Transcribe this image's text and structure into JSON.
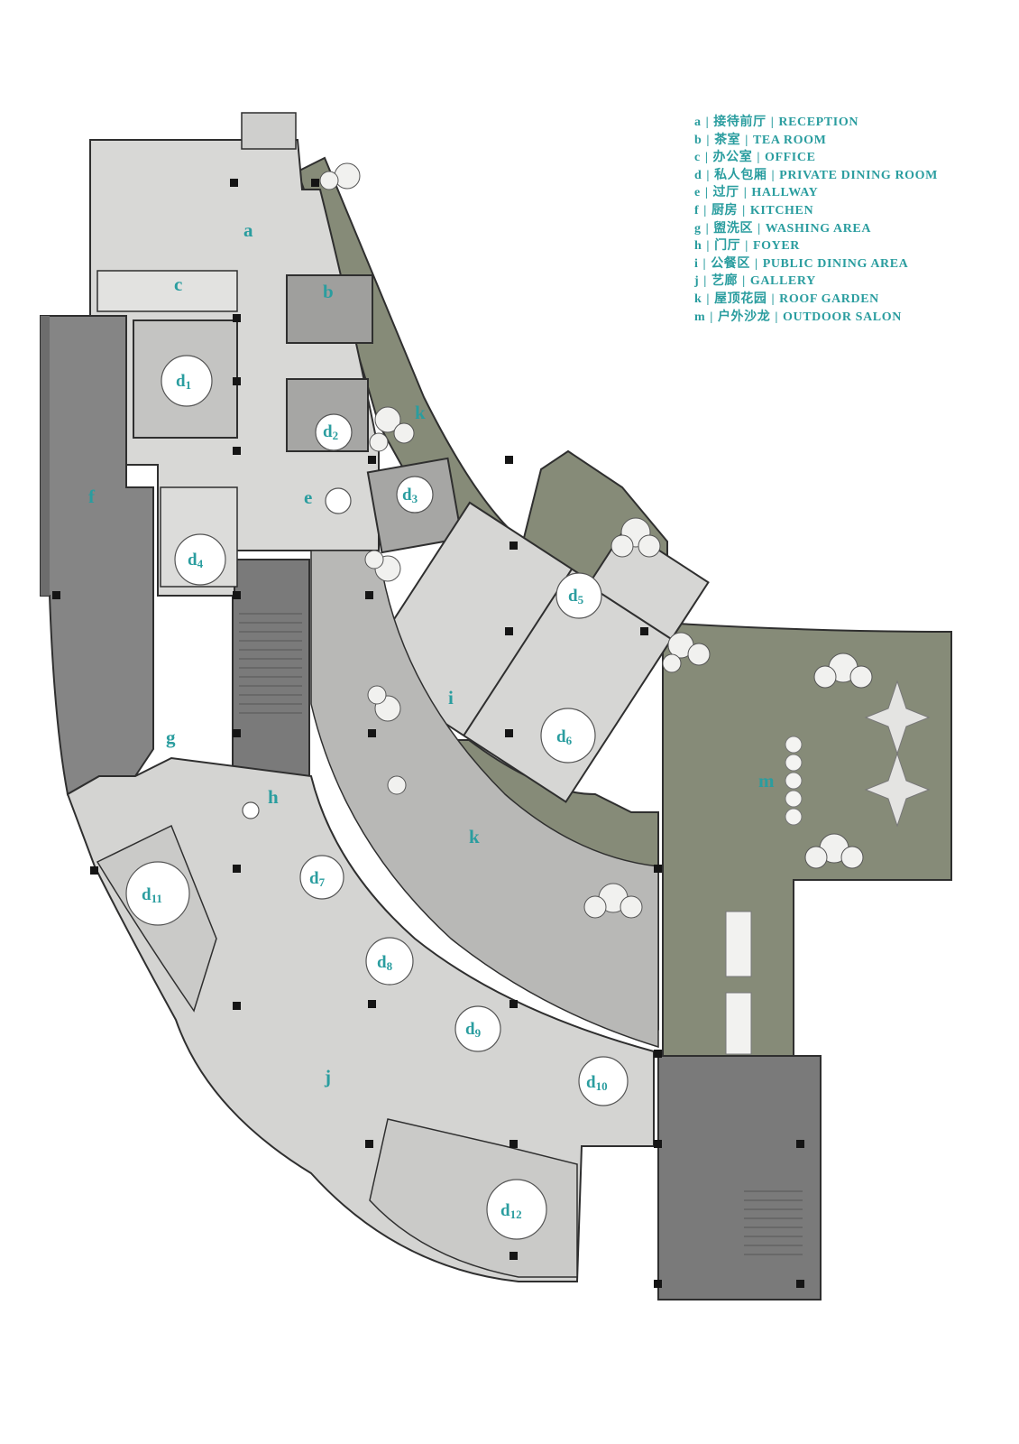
{
  "legend": [
    {
      "key": "a",
      "zh": "接待前厅",
      "en": "RECEPTION"
    },
    {
      "key": "b",
      "zh": "茶室",
      "en": "TEA ROOM"
    },
    {
      "key": "c",
      "zh": "办公室",
      "en": "OFFICE"
    },
    {
      "key": "d",
      "zh": "私人包厢",
      "en": "PRIVATE DINING ROOM"
    },
    {
      "key": "e",
      "zh": "过厅",
      "en": "HALLWAY"
    },
    {
      "key": "f",
      "zh": "厨房",
      "en": "KITCHEN"
    },
    {
      "key": "g",
      "zh": "盥洗区",
      "en": "WASHING AREA"
    },
    {
      "key": "h",
      "zh": "门厅",
      "en": "FOYER"
    },
    {
      "key": "i",
      "zh": "公餐区",
      "en": "PUBLIC DINING AREA"
    },
    {
      "key": "j",
      "zh": "艺廊",
      "en": "GALLERY"
    },
    {
      "key": "k",
      "zh": "屋顶花园",
      "en": "ROOF GARDEN"
    },
    {
      "key": "m",
      "zh": "户外沙龙",
      "en": "OUTDOOR SALON"
    }
  ],
  "rooms": {
    "a": "a",
    "b": "b",
    "c": "c",
    "e": "e",
    "f": "f",
    "g": "g",
    "h": "h",
    "i": "i",
    "j": "j",
    "k1": "k",
    "k2": "k",
    "m": "m"
  },
  "dining_rooms": [
    {
      "letter": "d",
      "num": "1"
    },
    {
      "letter": "d",
      "num": "2"
    },
    {
      "letter": "d",
      "num": "3"
    },
    {
      "letter": "d",
      "num": "4"
    },
    {
      "letter": "d",
      "num": "5"
    },
    {
      "letter": "d",
      "num": "6"
    },
    {
      "letter": "d",
      "num": "7"
    },
    {
      "letter": "d",
      "num": "8"
    },
    {
      "letter": "d",
      "num": "9"
    },
    {
      "letter": "d",
      "num": "10"
    },
    {
      "letter": "d",
      "num": "11"
    },
    {
      "letter": "d",
      "num": "12"
    }
  ],
  "colors": {
    "garden": "#868b78",
    "floor_light": "#d8d8d6",
    "floor_mid": "#c4c4c2",
    "kitchen": "#858585",
    "kitchen_dark": "#6d6d6d",
    "wall": "#2f2f2f",
    "label": "#2a9d9f"
  },
  "icons": [
    "table-icon",
    "tree-icon",
    "column-icon",
    "stair-icon",
    "canopy-icon"
  ]
}
